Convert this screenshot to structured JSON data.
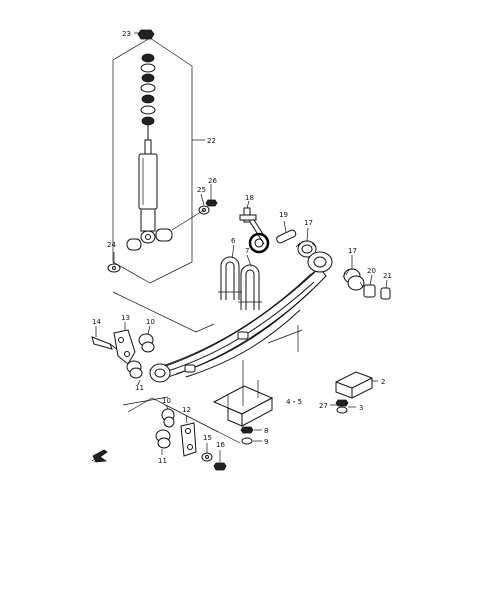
{
  "diagram": {
    "callouts": [
      "23",
      "22",
      "26",
      "25",
      "24",
      "18",
      "19",
      "17",
      "6",
      "7",
      "17",
      "20",
      "21",
      "14",
      "13",
      "10",
      "11",
      "4・5",
      "2",
      "27",
      "3",
      "10",
      "12",
      "11",
      "15",
      "16",
      "8",
      "9"
    ],
    "colors": {
      "ink": "#111111",
      "paper": "#ffffff",
      "highlight": "#000000"
    },
    "icons": [
      "front-arrow-icon"
    ]
  }
}
